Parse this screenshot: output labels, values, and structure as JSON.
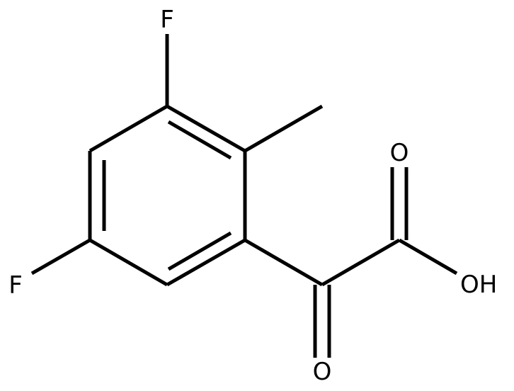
{
  "diagram": {
    "type": "chemical-structure",
    "atoms": {
      "f_top": "F",
      "f_left": "F",
      "o_acid_carbonyl": "O",
      "oh": "OH",
      "o_keto": "O"
    },
    "colors": {
      "bond": "#000000",
      "label": "#000000",
      "background": "#ffffff"
    }
  }
}
